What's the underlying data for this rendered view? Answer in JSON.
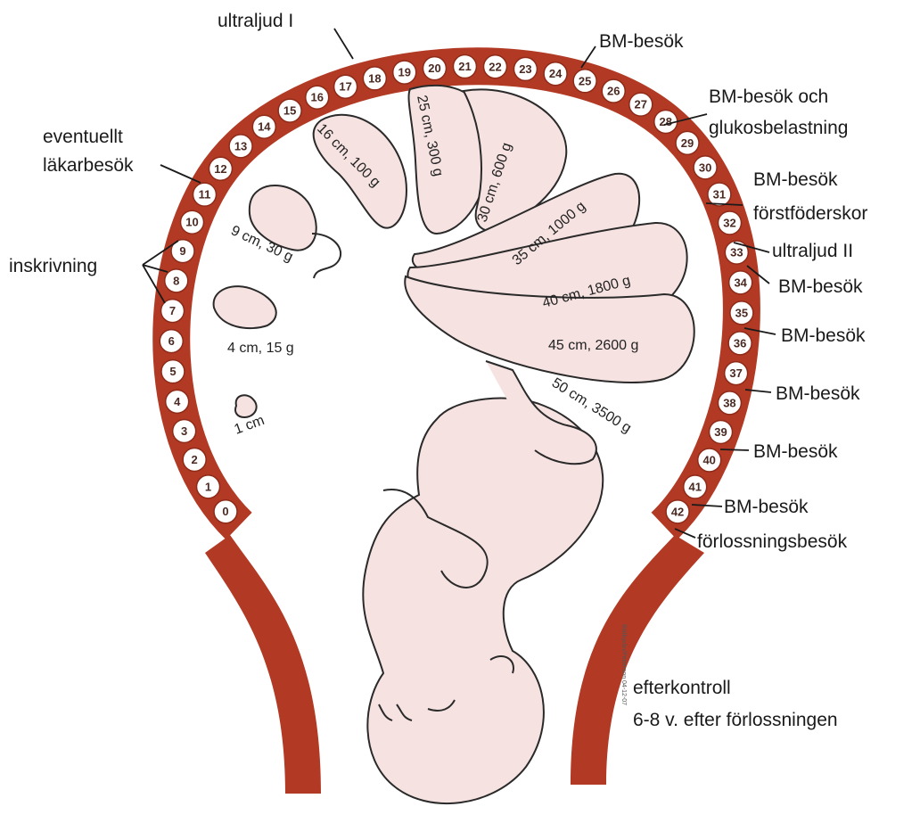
{
  "colors": {
    "uterus": "#b23a24",
    "uterus_dark": "#8e2a18",
    "fetus": "#f6e3e1",
    "outline": "#2a2a2a"
  },
  "weeks": [
    "0",
    "1",
    "2",
    "3",
    "4",
    "5",
    "6",
    "7",
    "8",
    "9",
    "10",
    "11",
    "12",
    "13",
    "14",
    "15",
    "16",
    "17",
    "18",
    "19",
    "20",
    "21",
    "22",
    "23",
    "24",
    "25",
    "26",
    "27",
    "28",
    "29",
    "30",
    "31",
    "32",
    "33",
    "34",
    "35",
    "36",
    "37",
    "38",
    "39",
    "40",
    "41",
    "42"
  ],
  "labels": {
    "ultraljud1": "ultraljud I",
    "bm_25": "BM-besök",
    "bm_28_line1": "BM-besök och",
    "bm_28_line2": "glukosbelastning",
    "bm_31_line1": "BM-besök",
    "bm_31_line2": "förstföderskor",
    "ultraljud2": "ultraljud II",
    "bm_33": "BM-besök",
    "bm_35": "BM-besök",
    "bm_37": "BM-besök",
    "bm_39": "BM-besök",
    "bm_41": "BM-besök",
    "forlossning": "förlossningsbesök",
    "eventuellt_line1": "eventuellt",
    "eventuellt_line2": "läkarbesök",
    "inskrivning": "inskrivning",
    "efterkontroll_line1": "efterkontroll",
    "efterkontroll_line2": "6-8 v. efter förlossningen"
  },
  "sizes": {
    "s1": "1 cm",
    "s2": "4 cm, 15 g",
    "s3": "9 cm, 30 g",
    "s4": "16 cm, 100 g",
    "s5": "25 cm, 300 g",
    "s6": "30 cm, 600 g",
    "s7": "35 cm, 1000 g",
    "s8": "40 cm, 1800 g",
    "s9": "45 cm, 2600 g",
    "s10": "50 cm, 3500 g"
  },
  "credit": "Bildbyrån/Petterson 04-12-07"
}
